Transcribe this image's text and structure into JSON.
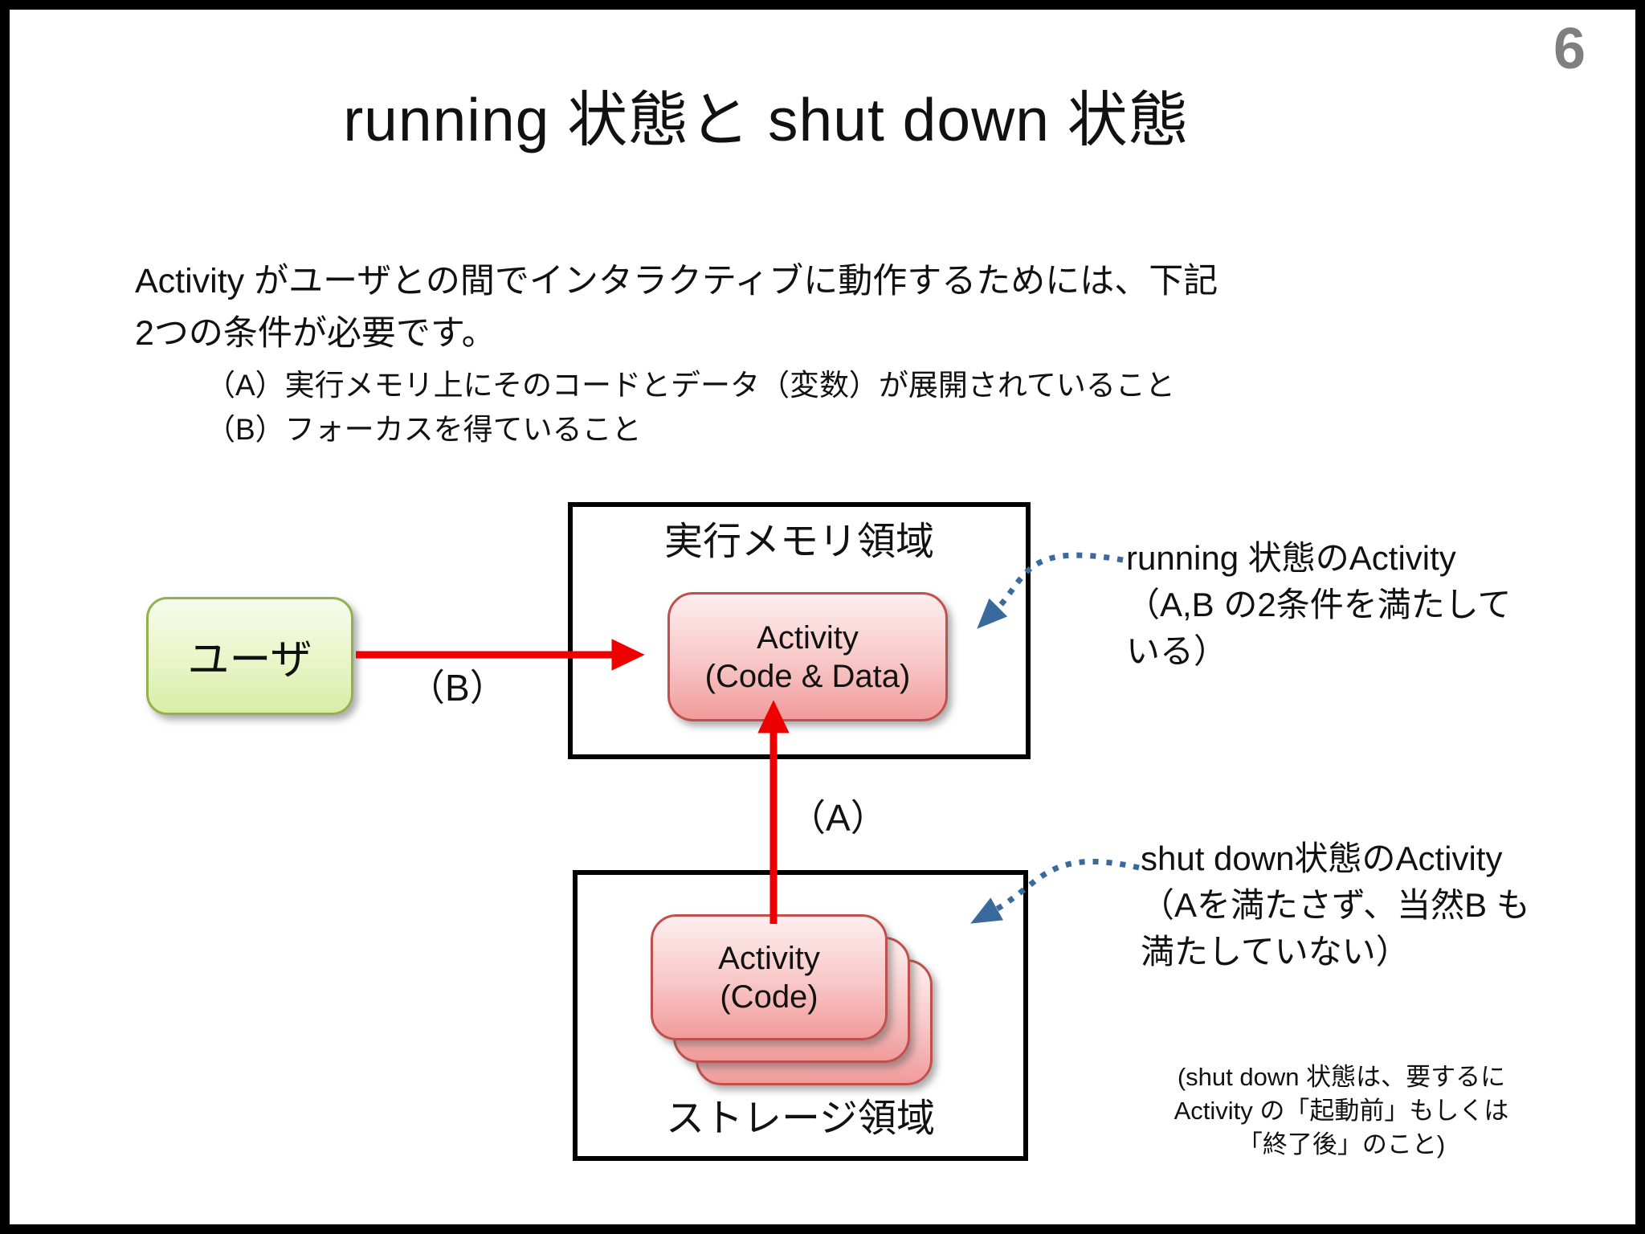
{
  "page_number": "6",
  "title": "running 状態と shut down 状態",
  "intro": {
    "line1": "Activity がユーザとの間でインタラクティブに動作するためには、下記",
    "line2": "2つの条件が必要です。",
    "condition_a": "（A）実行メモリ上にそのコードとデータ（変数）が展開されていること",
    "condition_b": "（B）フォーカスを得ていること"
  },
  "diagram": {
    "user_label": "ユーザ",
    "memory_area_label": "実行メモリ領域",
    "memory_activity": {
      "name": "Activity",
      "detail": "(Code & Data)"
    },
    "storage_area_label": "ストレージ領域",
    "storage_activity": {
      "name": "Activity",
      "detail": "(Code)"
    },
    "arrow_b_label": "（B）",
    "arrow_a_label": "（A）"
  },
  "annotations": {
    "running": {
      "line1": "running 状態のActivity",
      "line2": "（A,B の2条件を満たして",
      "line3": "いる）"
    },
    "shutdown": {
      "line1": "shut down状態のActivity",
      "line2": "（Aを満たさず、当然B も",
      "line3": "満たしていない）"
    },
    "footnote": {
      "line1": "(shut down 状態は、要するに",
      "line2": "Activity の「起動前」もしくは",
      "line3": "「終了後」のこと)"
    }
  },
  "colors": {
    "arrow-red": "#ee0000",
    "dotted-blue": "#3a6a9c",
    "pink-border": "#c0504d",
    "pink-top": "#fdeeee",
    "pink-bottom": "#f19b9b",
    "green-border": "#94b04e",
    "green-top": "#f6fbec",
    "green-bottom": "#d9eda6",
    "page-number-gray": "#7f7f7f"
  }
}
